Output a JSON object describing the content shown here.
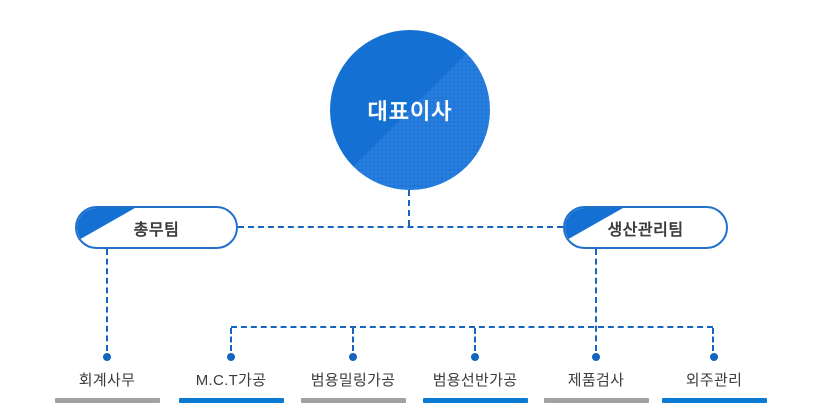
{
  "org": {
    "root": {
      "label": "대표이사"
    },
    "teams": [
      {
        "label": "총무팀"
      },
      {
        "label": "생산관리팀"
      }
    ],
    "leaves": [
      {
        "label": "회계사무",
        "underline": "gray"
      },
      {
        "label": "M.C.T가공",
        "underline": "blue"
      },
      {
        "label": "범용밀링가공",
        "underline": "gray"
      },
      {
        "label": "범용선반가공",
        "underline": "blue"
      },
      {
        "label": "제품검사",
        "underline": "gray"
      },
      {
        "label": "외주관리",
        "underline": "blue"
      }
    ]
  },
  "colors": {
    "primary_blue": "#1471d3",
    "pattern_blue": "#1f78da",
    "pill_border": "#2272cc",
    "connector_blue": "#1565c0",
    "underline_blue": "#0a7ad3",
    "underline_gray": "#9fa1a3",
    "label_text": "#3c3c3c"
  }
}
